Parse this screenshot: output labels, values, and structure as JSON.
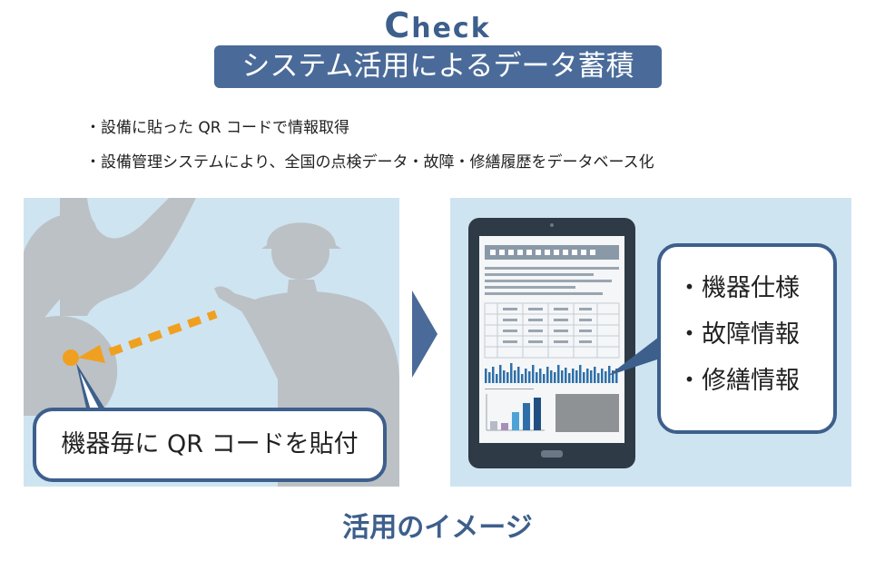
{
  "header": {
    "check_first": "C",
    "check_rest": "heck",
    "banner": "システム活用によるデータ蓄積"
  },
  "bullets": [
    "・設備に貼った QR コードで情報取得",
    "・設備管理システムにより、全国の点検データ・故障・修繕履歴をデータベース化"
  ],
  "left_panel": {
    "callout": "機器毎に QR コードを貼付"
  },
  "right_panel": {
    "items": [
      "・機器仕様",
      "・故障情報",
      "・修繕情報"
    ]
  },
  "caption": "活用のイメージ",
  "colors": {
    "accent": "#3d5f8c",
    "banner": "#4a6b99",
    "panel_bg": "#cfe4f1",
    "silhouette": "#bcc1c5",
    "orange": "#f0a020",
    "tablet": "#2e3a45"
  }
}
